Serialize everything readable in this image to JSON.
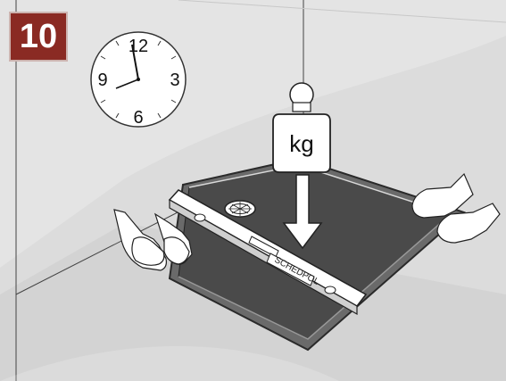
{
  "step": {
    "number": "10"
  },
  "clock": {
    "n12": "12",
    "n3": "3",
    "n6": "6",
    "n9": "9"
  },
  "weight": {
    "unit": "kg"
  },
  "level": {
    "brand": "SCHEDPOL"
  },
  "colors": {
    "badge": "#8a2a23",
    "background": "#dddddd",
    "tray": "#4a4a4a",
    "line": "#333333"
  }
}
